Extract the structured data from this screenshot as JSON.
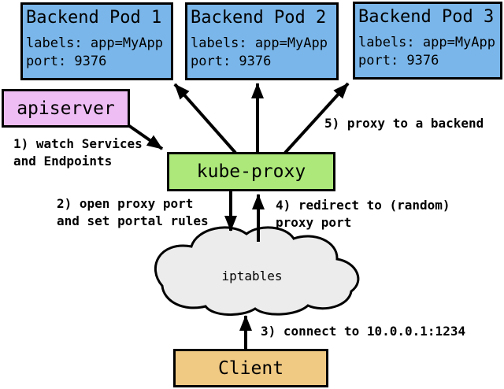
{
  "nodes": {
    "pods": [
      {
        "title": "Backend Pod 1",
        "labels": "labels: app=MyApp",
        "port": "port: 9376"
      },
      {
        "title": "Backend Pod 2",
        "labels": "labels: app=MyApp",
        "port": "port: 9376"
      },
      {
        "title": "Backend Pod 3",
        "labels": "labels: app=MyApp",
        "port": "port: 9376"
      }
    ],
    "apiserver": {
      "label": "apiserver"
    },
    "kube_proxy": {
      "label": "kube-proxy"
    },
    "iptables": {
      "label": "iptables"
    },
    "client": {
      "label": "Client"
    }
  },
  "steps": [
    {
      "text": "1) watch Services\nand Endpoints"
    },
    {
      "text": "2) open proxy port\nand set portal rules"
    },
    {
      "text": "3) connect to 10.0.0.1:1234"
    },
    {
      "text": "4) redirect to (random)\nproxy port"
    },
    {
      "text": "5) proxy to a backend"
    }
  ],
  "colors": {
    "pod": "#7ab6e9",
    "apiserver": "#eebdf4",
    "kube_proxy": "#ace97a",
    "iptables": "#ececec",
    "client": "#f0c983",
    "border": "#000000",
    "arrow": "#000000"
  }
}
